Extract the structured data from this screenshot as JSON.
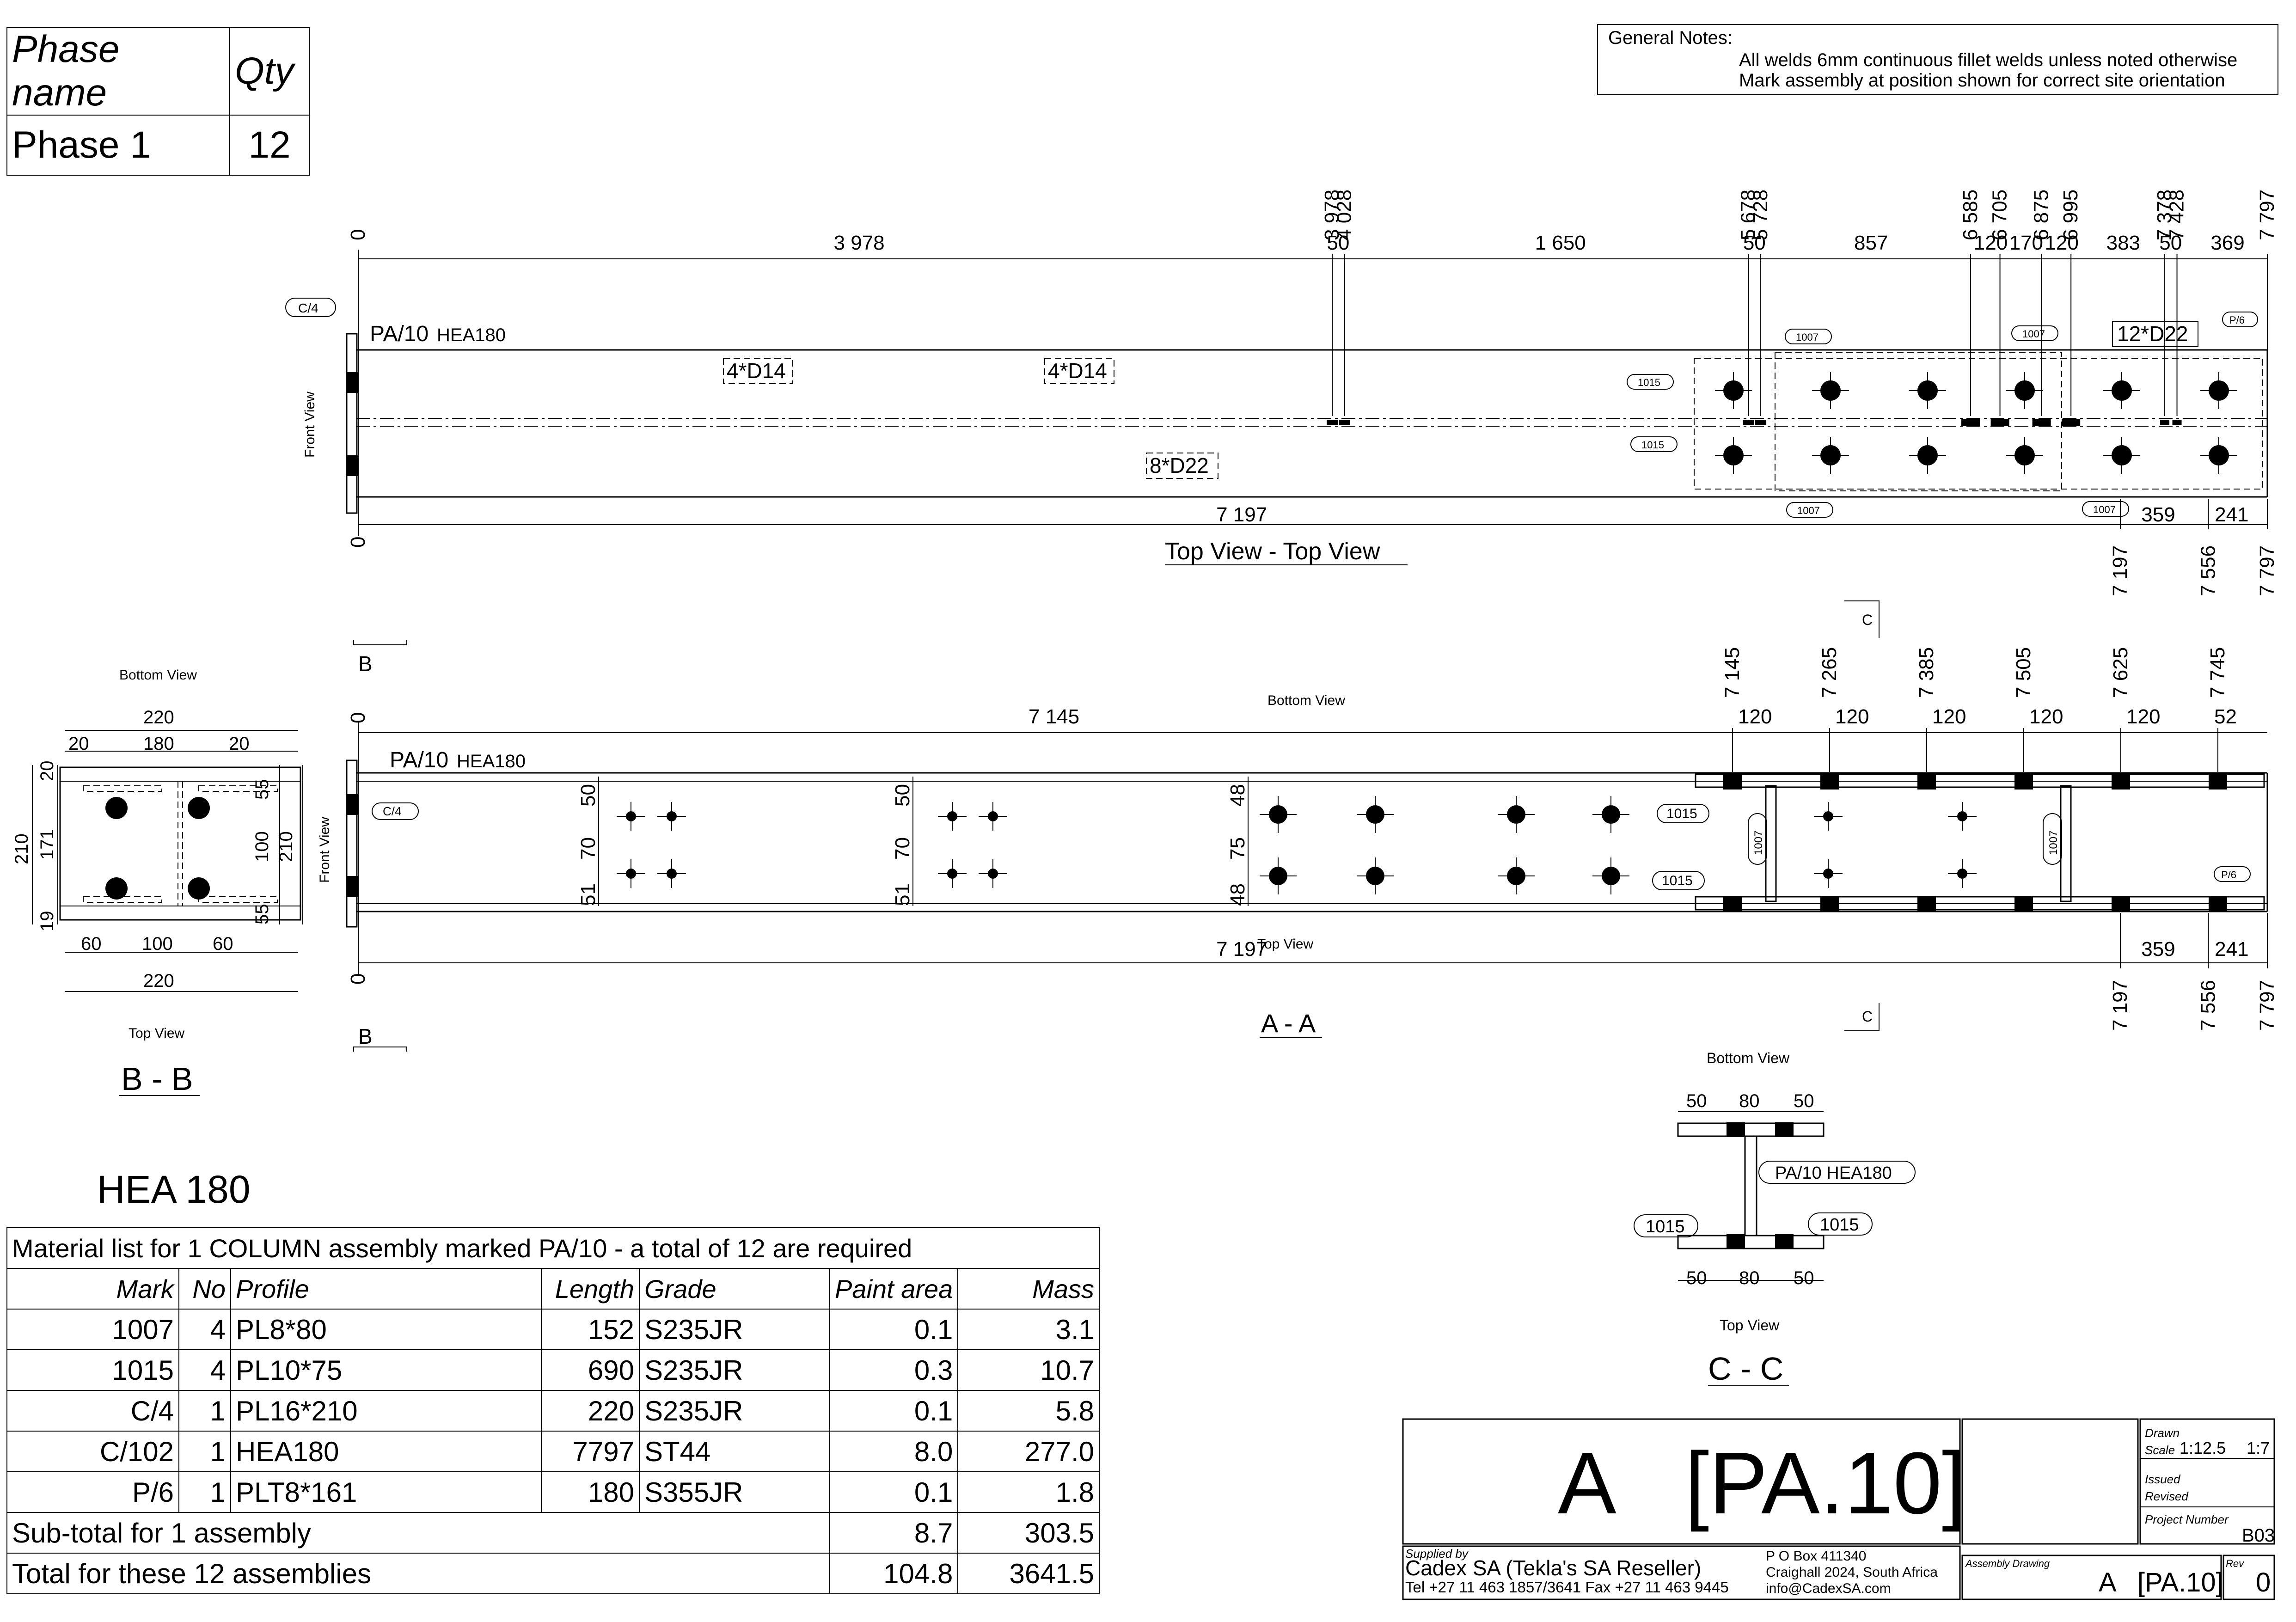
{
  "phase_table": {
    "col1": "Phase name",
    "col2": "Qty",
    "phase": "Phase 1",
    "qty": "12"
  },
  "general_notes": {
    "title": "General Notes:",
    "lines": [
      "All welds 6mm continuous fillet welds unless noted otherwise",
      "Mark assembly at position shown for correct site orientation"
    ]
  },
  "top_view": {
    "title": "Top View - Top View",
    "part_label": "PA/10",
    "profile_label": "HEA180",
    "side_label": "Front View",
    "cum_dims": [
      "0",
      "3 978",
      "4 028",
      "5 678",
      "5 728",
      "6 585",
      "6 705",
      "6 875",
      "6 995",
      "7 378",
      "7 428",
      "7 797"
    ],
    "seg_dims": [
      "3 978",
      "50",
      "1 650",
      "50",
      "857",
      "120",
      "170",
      "120",
      "383",
      "50",
      "369"
    ],
    "bottom_cum": [
      "0",
      "7 197",
      "7 556",
      "7 797"
    ],
    "bottom_seg": [
      "7 197",
      "359",
      "241"
    ],
    "hole_labels": [
      "4*D14",
      "4*D14",
      "8*D22",
      "12*D22"
    ],
    "part_tags": [
      "C/4",
      "P/6",
      "1007",
      "1007",
      "1007",
      "1007",
      "1015",
      "1015"
    ]
  },
  "section_aa": {
    "title": "A - A",
    "part_label": "PA/10",
    "profile_label": "HEA180",
    "side_label": "Front View",
    "top_label": "Bottom View",
    "bottom_label": "Top View",
    "cum_dims": [
      "0",
      "7 145",
      "7 265",
      "7 385",
      "7 505",
      "7 625",
      "7 745",
      "7 797"
    ],
    "seg_dims": [
      "7 145",
      "120",
      "120",
      "120",
      "120",
      "120",
      "52"
    ],
    "bottom_cum": [
      "0",
      "7 197",
      "7 556",
      "7 797"
    ],
    "bottom_seg": [
      "7 197",
      "359",
      "241"
    ],
    "vert_dims_1": [
      "50",
      "70",
      "51"
    ],
    "vert_dims_2": [
      "50",
      "70",
      "51"
    ],
    "vert_dims_3": [
      "48",
      "75",
      "48"
    ],
    "cut_b": "B",
    "cut_c": "C",
    "part_tags": [
      "C/4",
      "1015",
      "1015",
      "1007",
      "1007",
      "P/6"
    ]
  },
  "section_bb": {
    "title": "B - B",
    "top_label": "Bottom View",
    "bottom_label": "Top View",
    "top_dims": [
      "220",
      "20",
      "180",
      "20"
    ],
    "bottom_dims": [
      "60",
      "100",
      "60",
      "220"
    ],
    "left_dims": [
      "210",
      "171",
      "20",
      "19"
    ],
    "right_dims": [
      "55",
      "100",
      "55",
      "210"
    ]
  },
  "section_cc": {
    "title": "C - C",
    "top_label": "Bottom View",
    "bottom_label": "Top View",
    "top_dims": [
      "50",
      "80",
      "50"
    ],
    "bottom_dims": [
      "50",
      "80",
      "50"
    ],
    "callout": "PA/10 HEA180",
    "tags": [
      "1015",
      "1015"
    ]
  },
  "profile_heading": "HEA 180",
  "material_list": {
    "title": "Material list for 1 COLUMN assembly marked PA/10 - a total of 12 are required",
    "headers": [
      "Mark",
      "No",
      "Profile",
      "Length",
      "Grade",
      "Paint area",
      "Mass"
    ],
    "rows": [
      [
        "1007",
        "4",
        "PL8*80",
        "152",
        "S235JR",
        "0.1",
        "3.1"
      ],
      [
        "1015",
        "4",
        "PL10*75",
        "690",
        "S235JR",
        "0.3",
        "10.7"
      ],
      [
        "C/4",
        "1",
        "PL16*210",
        "220",
        "S235JR",
        "0.1",
        "5.8"
      ],
      [
        "C/102",
        "1",
        "HEA180",
        "7797",
        "ST44",
        "8.0",
        "277.0"
      ],
      [
        "P/6",
        "1",
        "PLT8*161",
        "180",
        "S355JR",
        "0.1",
        "1.8"
      ]
    ],
    "subtotal": {
      "label": "Sub-total for 1 assembly",
      "paint": "8.7",
      "mass": "303.5"
    },
    "total": {
      "label": "Total for these 12 assemblies",
      "paint": "104.8",
      "mass": "3641.5"
    }
  },
  "title_block": {
    "big_title": "A   [PA.10]",
    "drawn": "Drawn",
    "scale_label": "Scale",
    "scale_1": "1:12.5",
    "scale_2": "1:7",
    "issued": "Issued",
    "revised": "Revised",
    "project_number_label": "Project Number",
    "project_number": "B03",
    "supplied_by": "Supplied by",
    "supplier": "Cadex SA (Tekla's SA Reseller)",
    "phone": "Tel +27 11 463 1857/3641 Fax +27 11 463 9445",
    "po_box": "P O Box 411340",
    "address": "Craighall 2024, South Africa",
    "email": "info@CadexSA.com",
    "assembly_drawing_label": "Assembly Drawing",
    "assembly_drawing": "A   [PA.10]",
    "rev_label": "Rev",
    "rev": "0"
  }
}
